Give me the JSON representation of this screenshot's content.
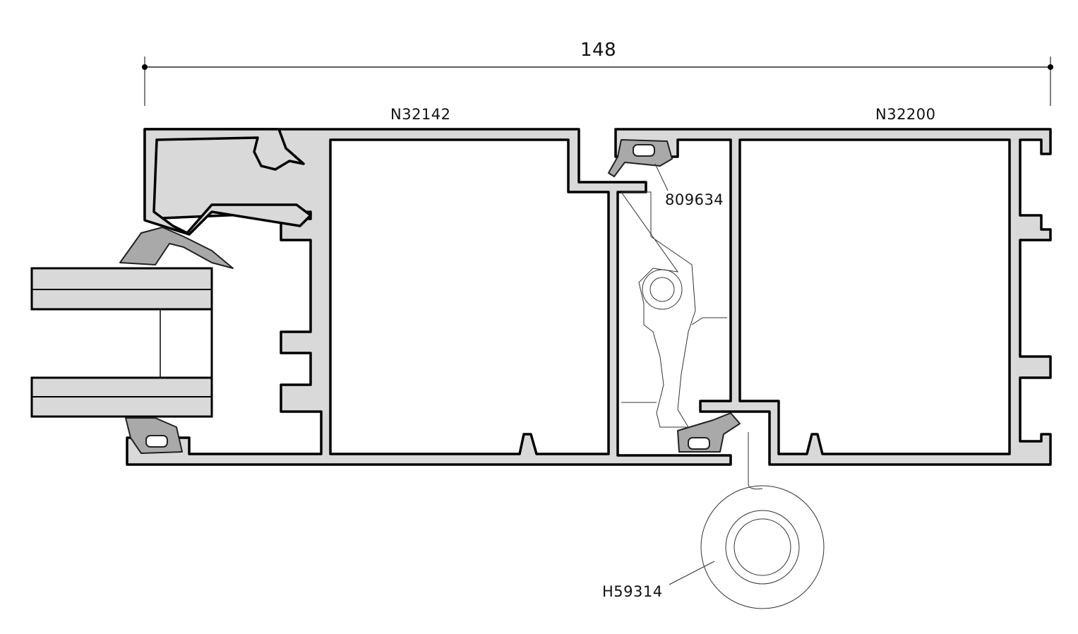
{
  "dimension": {
    "value": "148"
  },
  "profiles": [
    {
      "code": "N32142"
    },
    {
      "code": "N32200"
    }
  ],
  "parts": [
    {
      "code": "809634"
    },
    {
      "code": "H59314"
    }
  ],
  "colors": {
    "profile": "#d9d9d9",
    "gasket": "#a9a9a9",
    "outline": "#000000"
  }
}
